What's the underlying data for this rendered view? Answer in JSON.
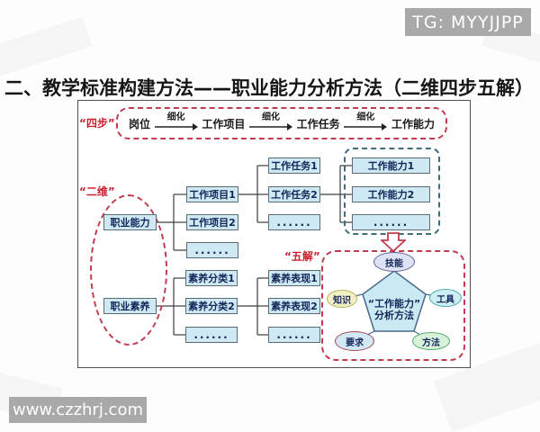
{
  "badges": {
    "tg": "TG: MYYJJPP",
    "site": "www.czzhrj.com"
  },
  "title": "二、教学标准构建方法——职业能力分析方法（二维四步五解）",
  "labels": {
    "four_steps": "“四步”",
    "two_dims": "“二维”",
    "five_jie": "“五解”"
  },
  "flow": {
    "nodes": [
      "岗位",
      "工作项目",
      "工作任务",
      "工作能力"
    ],
    "arrow_label": "细化"
  },
  "tree": {
    "left": [
      "职业能力",
      "职业素养"
    ],
    "projects": [
      "工作项目1",
      "工作项目2",
      "......"
    ],
    "tasks": [
      "工作任务1",
      "工作任务2",
      "......"
    ],
    "abilities": [
      "工作能力1",
      "工作能力2",
      "......"
    ],
    "categories": [
      "素养分类1",
      "素养分类2",
      "......"
    ],
    "expressions": [
      "素养表现1",
      "素养表现2",
      "......"
    ]
  },
  "pentagon": {
    "title_line1": "“工作能力”",
    "title_line2": "分析方法",
    "nodes": [
      {
        "label": "技能"
      },
      {
        "label": "知识"
      },
      {
        "label": "工具"
      },
      {
        "label": "要求"
      },
      {
        "label": "方法"
      }
    ]
  },
  "colors": {
    "accent_red": "#c23b4e",
    "label_red": "#cc1f2f",
    "teal_dash": "#3f6f7d",
    "node_fill": "#cfe9f3",
    "node_text": "#13265a",
    "badge_gray": "#a9a9a9"
  }
}
